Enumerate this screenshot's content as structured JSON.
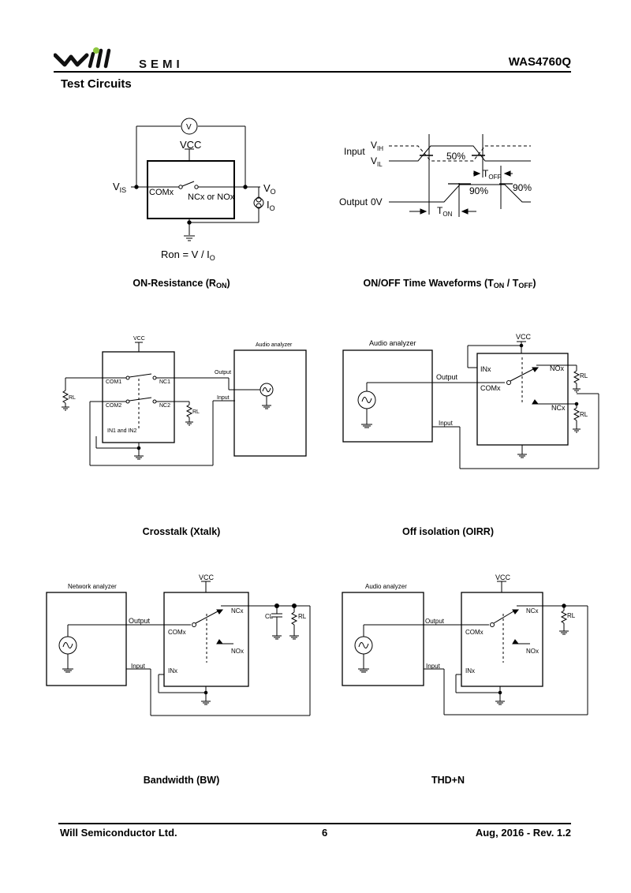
{
  "header": {
    "logo_text": "SEMI",
    "part_number": "WAS4760Q"
  },
  "section_title": "Test Circuits",
  "ron": {
    "caption": "ON-Resistance (R",
    "caption_sub": "ON",
    "caption_end": ")",
    "vcc": "VCC",
    "vis": "V",
    "vis_sub": "IS",
    "com": "COMx",
    "nc": "NCx or NOx",
    "vo": "V",
    "vo_sub": "O",
    "io": "I",
    "io_sub": "O",
    "meter": "V",
    "formula": "Ron = V / I",
    "formula_sub": "O"
  },
  "wave": {
    "caption": "ON/OFF Time Waveforms (T",
    "caption_sub1": "ON",
    "caption_mid": " / T",
    "caption_sub2": "OFF",
    "caption_end": ")",
    "input": "Input",
    "vih": "V",
    "vih_sub": "IH",
    "vil": "V",
    "vil_sub": "IL",
    "pct50": "50%",
    "toff": "T",
    "toff_sub": "OFF",
    "pct90a": "90%",
    "pct90b": "90%",
    "output": "Output",
    "zero": "0V",
    "ton": "T",
    "ton_sub": "ON"
  },
  "xtalk": {
    "caption": "Crosstalk (Xtalk)",
    "vcc": "VCC",
    "analyzer": "Audio analyzer",
    "com1": "COM1",
    "nc1": "NC1",
    "com2": "COM2",
    "nc2": "NC2",
    "rl1": "RL",
    "rl2": "RL",
    "in": "IN1 and IN2",
    "output": "Output",
    "input": "Input"
  },
  "oirr": {
    "caption": "Off isolation (OIRR)",
    "analyzer": "Audio analyzer",
    "vcc": "VCC",
    "inx": "INx",
    "nox": "NOx",
    "ncx": "NCx",
    "comx": "COMx",
    "rl1": "RL",
    "rl2": "RL",
    "output": "Output",
    "input": "Input"
  },
  "bw": {
    "caption": "Bandwidth (BW)",
    "analyzer": "Network analyzer",
    "vcc": "VCC",
    "ncx": "NCx",
    "nox": "NOx",
    "comx": "COMx",
    "inx": "INx",
    "cl": "CL",
    "rl": "RL",
    "output": "Output",
    "input": "Input"
  },
  "thd": {
    "caption": "THD+N",
    "analyzer": "Audio analyzer",
    "vcc": "VCC",
    "ncx": "NCx",
    "nox": "NOx",
    "comx": "COMx",
    "inx": "INx",
    "rl": "RL",
    "output": "Output",
    "input": "Input"
  },
  "footer": {
    "company": "Will Semiconductor Ltd.",
    "page": "6",
    "revision": "Aug, 2016 - Rev. 1.2"
  }
}
